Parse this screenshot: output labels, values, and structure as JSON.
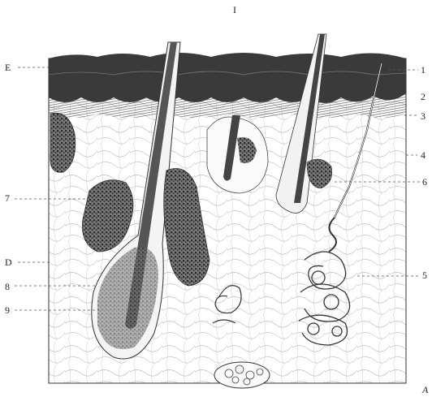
{
  "figure": {
    "number": "I",
    "labels_left": [
      "E",
      "7",
      "D",
      "8",
      "9"
    ],
    "labels_right": [
      "1",
      "2",
      "3",
      "4",
      "6",
      "5"
    ],
    "corner_mark": "A"
  },
  "colors": {
    "ink": "#222222",
    "epidermis": "#3a3a3a",
    "gland": "#4a4a4a",
    "background": "#ffffff"
  }
}
